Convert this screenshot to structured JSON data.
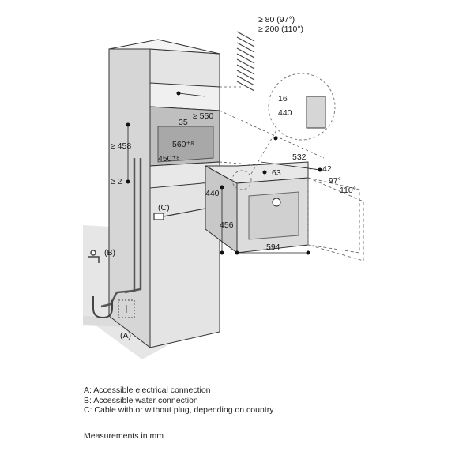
{
  "dimensions": {
    "vent_min_97": "≥ 80 (97°)",
    "vent_min_110": "≥ 200 (110°)",
    "niche_depth_min": "≥ 550",
    "gap_35": "35",
    "niche_width": "560⁺⁸",
    "niche_height": "450⁺⁸",
    "height_from_floor": "≥ 458",
    "gap_min_2": "≥ 2",
    "front_height": "440",
    "body_height": "456",
    "width": "594",
    "body_depth": "532",
    "door_offset": "63",
    "handle_depth": "42",
    "door_angle_97": "97°",
    "door_angle_110": "110°",
    "detail_16": "16",
    "detail_440": "440"
  },
  "callouts": {
    "a": "(A)",
    "b": "(B)",
    "c": "(C)"
  },
  "legend": [
    {
      "key": "A:",
      "text": "Accessible electrical connection"
    },
    {
      "key": "B:",
      "text": "Accessible water connection"
    },
    {
      "key": "C:",
      "text": "Cable with or without plug, depending on country"
    }
  ],
  "note": "Measurements in mm",
  "colors": {
    "line": "#333333",
    "shade": "#c8c8c8",
    "cabinet_face": "#ececec",
    "cabinet_side": "#d6d6d6",
    "floor": "#e2e2e2"
  }
}
